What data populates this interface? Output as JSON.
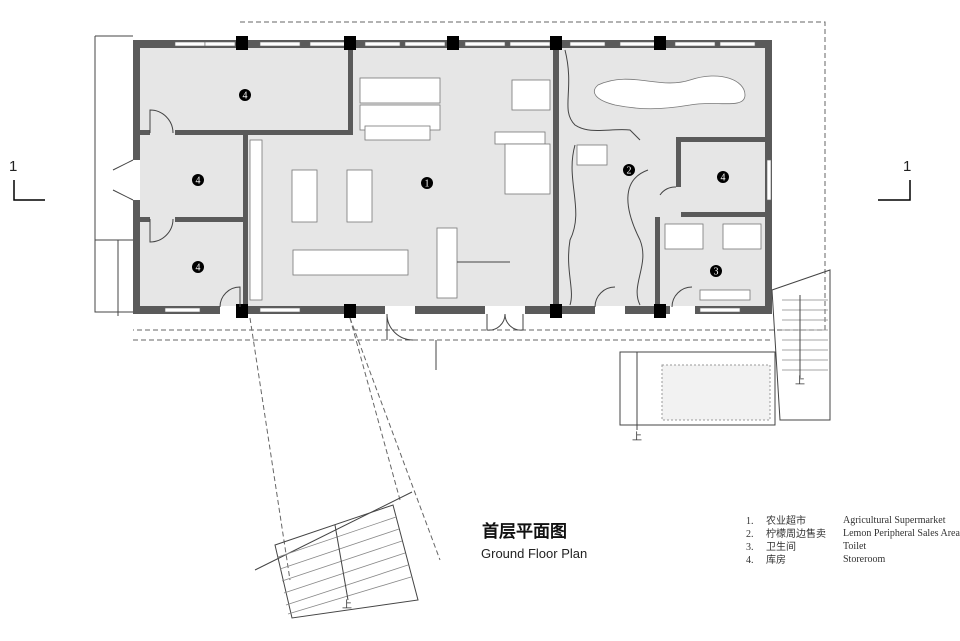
{
  "title": {
    "cn": "首层平面图",
    "en": "Ground Floor Plan"
  },
  "section_marks": {
    "left": "1",
    "right": "1"
  },
  "room_labels": [
    "4",
    "4",
    "4",
    "1",
    "2",
    "4",
    "3"
  ],
  "stair_label": "上",
  "legend": [
    {
      "num": "1.",
      "cn": "农业超市",
      "en": "Agricultural Supermarket"
    },
    {
      "num": "2.",
      "cn": "柠檬周边售卖",
      "en": "Lemon Peripheral Sales Area"
    },
    {
      "num": "3.",
      "cn": "卫生间",
      "en": "Toilet"
    },
    {
      "num": "4.",
      "cn": "库房",
      "en": "Storeroom"
    }
  ]
}
